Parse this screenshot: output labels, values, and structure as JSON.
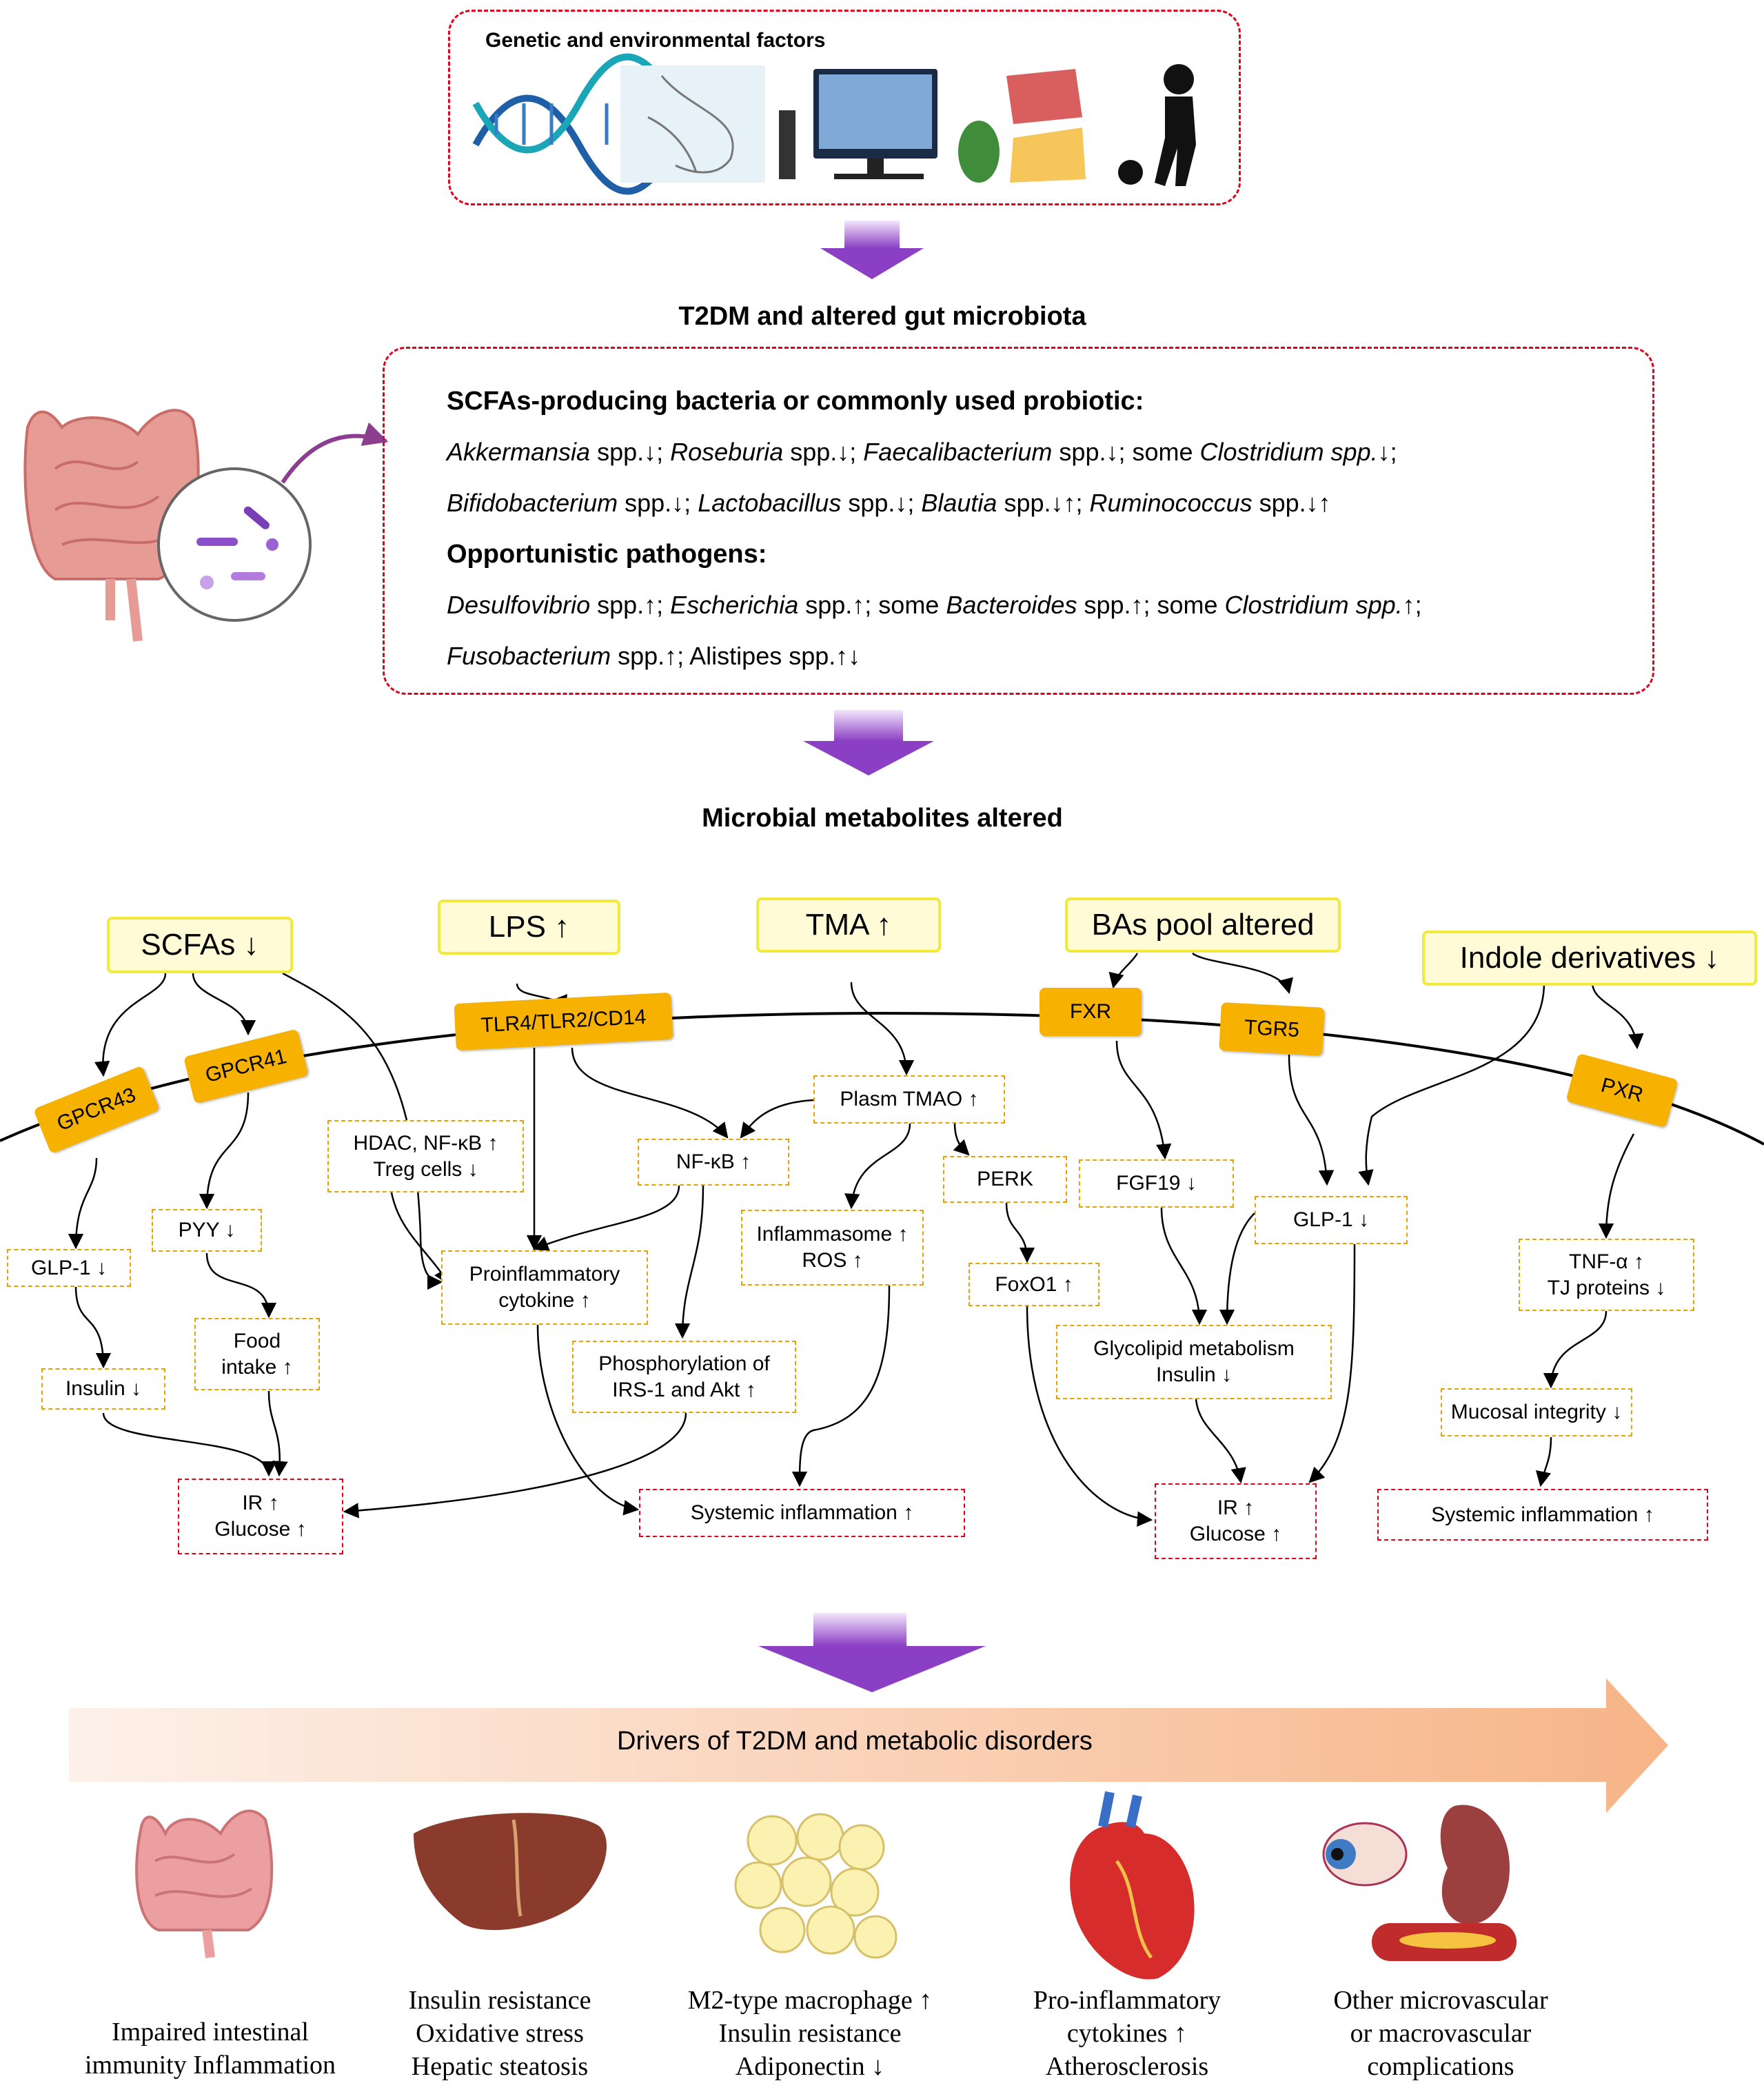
{
  "factors": {
    "title": "Genetic and environmental factors",
    "icons": [
      "dna-icon",
      "pregnancy-icon",
      "computer-icon",
      "food-icon",
      "child-playing-icon"
    ]
  },
  "section1_title": "T2DM and altered gut microbiota",
  "microbiota": {
    "beneficial_title": "SCFAs-producing bacteria or commonly used probiotic:",
    "line1": [
      {
        "t": "Akkermansia",
        "i": true
      },
      {
        "t": " spp.↓; ",
        "i": false
      },
      {
        "t": "Roseburia",
        "i": true
      },
      {
        "t": " spp.↓; ",
        "i": false
      },
      {
        "t": "Faecalibacterium",
        "i": true
      },
      {
        "t": " spp.↓; some ",
        "i": false
      },
      {
        "t": "Clostridium spp.",
        "i": true
      },
      {
        "t": "↓;",
        "i": false
      }
    ],
    "line2": [
      {
        "t": "Bifidobacterium",
        "i": true
      },
      {
        "t": " spp.↓; ",
        "i": false
      },
      {
        "t": "Lactobacillus",
        "i": true
      },
      {
        "t": " spp.↓; ",
        "i": false
      },
      {
        "t": "Blautia",
        "i": true
      },
      {
        "t": " spp.↓↑; ",
        "i": false
      },
      {
        "t": "Ruminococcus",
        "i": true
      },
      {
        "t": " spp.↓↑",
        "i": false
      }
    ],
    "pathogen_title": "Opportunistic pathogens:",
    "line3": [
      {
        "t": "Desulfovibrio",
        "i": true
      },
      {
        "t": " spp.↑; ",
        "i": false
      },
      {
        "t": "Escherichia",
        "i": true
      },
      {
        "t": " spp.↑; some ",
        "i": false
      },
      {
        "t": "Bacteroides",
        "i": true
      },
      {
        "t": " spp.↑; some ",
        "i": false
      },
      {
        "t": "Clostridium spp.",
        "i": true
      },
      {
        "t": "↑;",
        "i": false
      }
    ],
    "line4": [
      {
        "t": "Fusobacterium",
        "i": true
      },
      {
        "t": " spp.↑; Alistipes spp.↑↓",
        "i": false
      }
    ]
  },
  "section2_title": "Microbial metabolites altered",
  "metabolites": {
    "scfas": "SCFAs ↓",
    "lps": "LPS ↑",
    "tma": "TMA ↑",
    "bas": "BAs pool altered",
    "indole": "Indole derivatives ↓"
  },
  "receptors": {
    "gpcr43": "GPCR43",
    "gpcr41": "GPCR41",
    "tlr": "TLR4/TLR2/CD14",
    "fxr": "FXR",
    "tgr5": "TGR5",
    "pxr": "PXR"
  },
  "nodes": {
    "glp1_left": "GLP-1 ↓",
    "insulin_left": "Insulin ↓",
    "pyy": "PYY ↓",
    "food_intake": [
      "Food",
      "intake ↑"
    ],
    "hdac": [
      "HDAC, NF-κB ↑",
      "Treg cells ↓"
    ],
    "proinflam": [
      "Proinflammatory",
      "cytokine ↑"
    ],
    "nfkb": "NF-κB ↑",
    "phospho": [
      "Phosphorylation of",
      "IRS-1 and Akt ↑"
    ],
    "tmao": "Plasm TMAO ↑",
    "inflammasome": [
      "Inflammasome ↑",
      "ROS ↑"
    ],
    "perk": "PERK",
    "foxo1": "FoxO1 ↑",
    "fgf19": "FGF19 ↓",
    "glp1_right": "GLP-1 ↓",
    "glycolipid": [
      "Glycolipid metabolism",
      "Insulin ↓"
    ],
    "tnf": [
      "TNF-α ↑",
      "TJ proteins ↓"
    ],
    "mucosal": "Mucosal integrity ↓"
  },
  "outcomes": {
    "ir_left": [
      "IR ↑",
      "Glucose ↑"
    ],
    "systemic_mid": "Systemic inflammation ↑",
    "ir_right": [
      "IR ↑",
      "Glucose ↑"
    ],
    "systemic_right": "Systemic inflammation ↑"
  },
  "drivers_title": "Drivers of T2DM and metabolic disorders",
  "drivers": [
    {
      "icon": "intestine-icon",
      "lines": [
        "Impaired intestinal",
        "immunity Inflammation"
      ]
    },
    {
      "icon": "liver-icon",
      "lines": [
        "Insulin resistance",
        "Oxidative stress",
        "Hepatic steatosis"
      ]
    },
    {
      "icon": "adipocytes-icon",
      "lines": [
        "M2-type macrophage ↑",
        "Insulin resistance",
        "Adiponectin ↓"
      ]
    },
    {
      "icon": "heart-icon",
      "lines": [
        "Pro-inflammatory",
        "cytokines ↑",
        "Atherosclerosis"
      ]
    },
    {
      "icon": "eye-kidney-vessel-icon",
      "lines": [
        "Other microvascular",
        "or macrovascular",
        "complications"
      ]
    }
  ],
  "colors": {
    "red_dash": "#e0001a",
    "metabolite_fill": "#fffbd6",
    "metabolite_border": "#f1ea3a",
    "receptor_fill": "#f7b100",
    "node_border": "#e3a300",
    "arrow_purple": "#8b3fc4",
    "banner_orange": "#f9b98c"
  }
}
